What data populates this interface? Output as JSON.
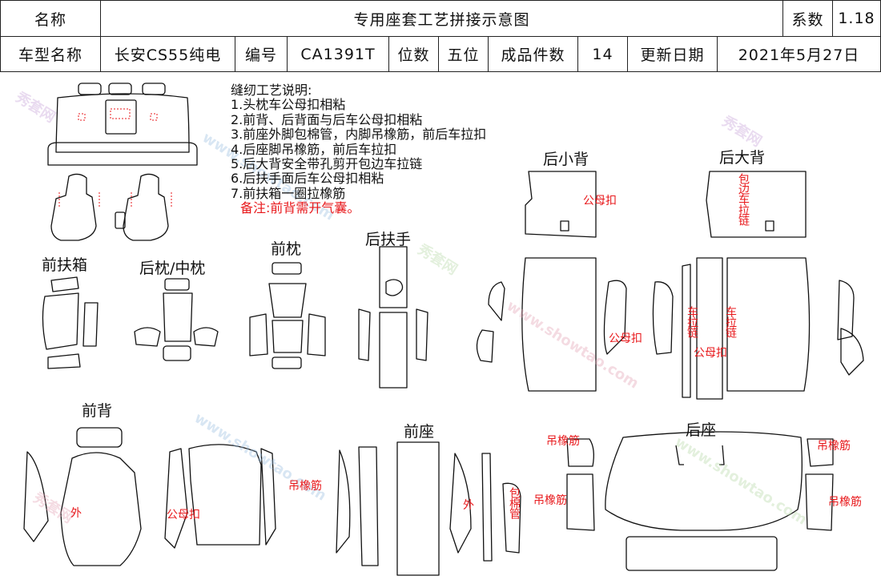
{
  "header": {
    "row1": {
      "name_label": "名称",
      "title": "专用座套工艺拼接示意图",
      "coef_label": "系数",
      "coef_value": "1.18"
    },
    "row2": {
      "model_label": "车型名称",
      "model_value": "长安CS55纯电",
      "code_label": "编号",
      "code_value": "CA1391T",
      "seats_label": "位数",
      "seats_value": "五位",
      "pieces_label": "成品件数",
      "pieces_value": "14",
      "update_label": "更新日期",
      "update_value": "2021年5月27日"
    }
  },
  "notes": {
    "title": "缝纫工艺说明:",
    "items": [
      "1.头枕车公母扣相粘",
      "2.前背、后背面与后车公母扣相粘",
      "3.前座外脚包棉管，内脚吊橡筋，前后车拉扣",
      "4.后座脚吊橡筋，前后车拉扣",
      "5.后大背安全带孔剪开包边车拉链",
      "6.后扶手面后车公母扣相粘",
      "7.前扶箱一圈拉橡筋"
    ],
    "remark": "备注:前背需开气囊。"
  },
  "labels": {
    "front_armbox": "前扶箱",
    "rear_headrest": "后枕/中枕",
    "front_headrest": "前枕",
    "rear_armrest": "后扶手",
    "rear_small_back": "后小背",
    "rear_large_back": "后大背",
    "front_back": "前背",
    "front_seat": "前座",
    "rear_seat": "后座"
  },
  "annotations": {
    "snap": "公母扣",
    "edge_zipper": "包边车拉链",
    "zipper": "车拉链",
    "hang_elastic": "吊橡筋",
    "outer": "外",
    "cotton_tube": "包棉管"
  },
  "watermark": {
    "cn": "秀套网",
    "en": "www.showtao.com"
  },
  "colors": {
    "line": "#111111",
    "annotation_red": "#e8191c"
  }
}
